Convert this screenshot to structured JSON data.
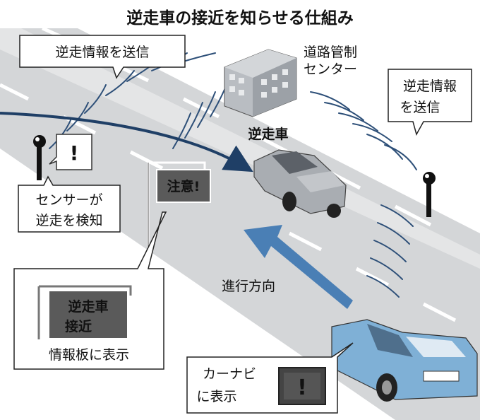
{
  "title": "逆走車の接近を知らせる仕組み",
  "callouts": {
    "left_transmit": "逆走情報を送信",
    "center_name": [
      "道路管制",
      "センター"
    ],
    "right_transmit": [
      "逆走情報",
      "を送信"
    ],
    "wrong_way_car": "逆走車",
    "sensor_detect": [
      "センサーが",
      "逆走を検知"
    ],
    "warning_sign": "注意!",
    "info_board_sign": [
      "逆走車",
      "接近"
    ],
    "info_board_caption": "情報板に表示",
    "travel_direction": "進行方向",
    "car_navi": [
      "カーナビ",
      "に表示"
    ],
    "alert_symbol": "!"
  },
  "colors": {
    "road": "#d4d6d8",
    "lane_mark": "#ffffff",
    "wrong_way_arrow": "#1f3f66",
    "direction_arrow": "#4a7fb5",
    "blue_car": "#7fb0d6",
    "gray_car": "#a9adb2",
    "sign_panel": "#5a5a5a",
    "waves": "#2d4f78"
  }
}
